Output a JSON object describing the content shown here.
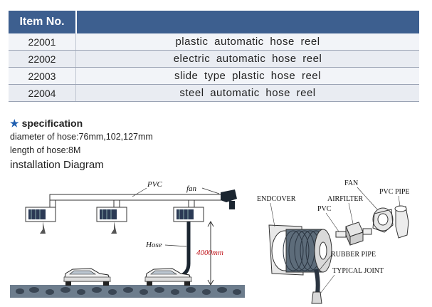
{
  "table": {
    "header": "Item No.",
    "rows": [
      {
        "no": "22001",
        "desc": "plastic automatic hose reel"
      },
      {
        "no": "22002",
        "desc": "electric automatic hose reel"
      },
      {
        "no": "22003",
        "desc": "slide type plastic hose reel"
      },
      {
        "no": "22004",
        "desc": "steel automatic hose reel"
      }
    ]
  },
  "spec": {
    "title": "specification",
    "diameter": "diameter of hose:76mm,102,127mm",
    "length": "length of hose:8M",
    "install": "installation Diagram"
  },
  "diagram_left": {
    "pvc": "PVC",
    "fan": "fan",
    "hose": "Hose",
    "height": "4000mm"
  },
  "diagram_right": {
    "endcover": "ENDCOVER",
    "fan": "FAN",
    "airfilter": "AIRFILTER",
    "pvc": "PVC",
    "pvc_pipe": "PVC PIPE",
    "rubber_pipe": "RUBBER PIPE",
    "typical_joint": "TYPICAL  JOINT"
  },
  "colors": {
    "header": "#3d5f8f",
    "accent_red": "#c0141a",
    "star": "#1f5fb0"
  }
}
